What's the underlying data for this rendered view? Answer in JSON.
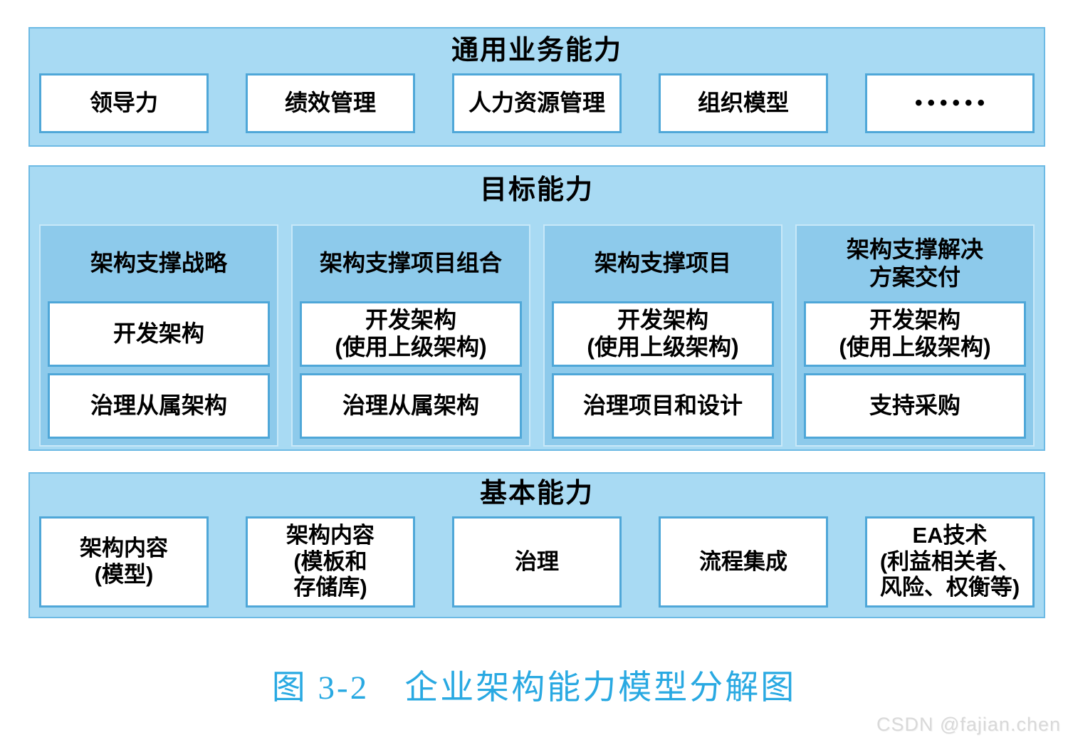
{
  "diagram": {
    "top_section": {
      "title": "通用业务能力",
      "boxes": [
        "领导力",
        "绩效管理",
        "人力资源管理",
        "组织模型",
        "••••••"
      ]
    },
    "middle_section": {
      "title": "目标能力",
      "columns": [
        {
          "header": "架构支撑战略",
          "boxes": [
            "开发架构",
            "治理从属架构"
          ]
        },
        {
          "header": "架构支撑项目组合",
          "boxes": [
            "开发架构\n(使用上级架构)",
            "治理从属架构"
          ]
        },
        {
          "header": "架构支撑项目",
          "boxes": [
            "开发架构\n(使用上级架构)",
            "治理项目和设计"
          ]
        },
        {
          "header": "架构支撑解决\n方案交付",
          "boxes": [
            "开发架构\n(使用上级架构)",
            "支持采购"
          ]
        }
      ]
    },
    "bottom_section": {
      "title": "基本能力",
      "boxes": [
        "架构内容\n(模型)",
        "架构内容\n(模板和\n存储库)",
        "治理",
        "流程集成",
        "EA技术\n(利益相关者、\n风险、权衡等)"
      ]
    },
    "caption": "图 3-2　企业架构能力模型分解图",
    "watermark": "CSDN @fajian.chen",
    "colors": {
      "section_fill": "#a8daf3",
      "section_border": "#6dbae4",
      "column_fill": "#8dcaeb",
      "box_border": "#4fa7d8",
      "caption_text": "#29a9e2"
    }
  }
}
